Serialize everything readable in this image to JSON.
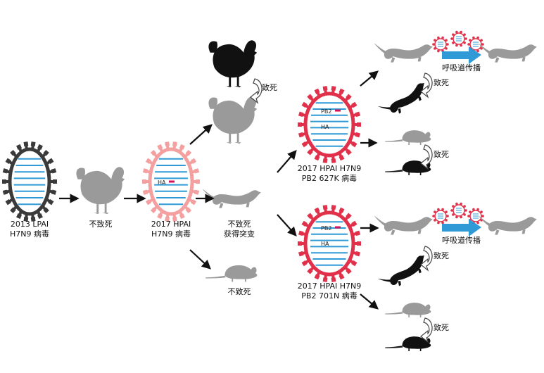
{
  "viruses": {
    "lpai_2013": {
      "line1": "2013 LPAI",
      "line2": "H7N9 病毒"
    },
    "hpai_2017": {
      "line1": "2017 HPAI",
      "line2": "H7N9 病毒",
      "ha_label": "HA"
    },
    "pb2_627k": {
      "line1": "2017 HPAI H7N9",
      "line2": "PB2 627K 病毒",
      "pb2_label": "PB2",
      "ha_label": "HA"
    },
    "pb2_701n": {
      "line1": "2017 HPAI H7N9",
      "line2": "PB2 701N 病毒",
      "pb2_label": "PB2",
      "ha_label": "HA"
    }
  },
  "outcomes": {
    "chicken_nonlethal": "不致死",
    "ferret_nonlethal_line1": "不致死",
    "ferret_nonlethal_line2": "获得突变",
    "mouse_nonlethal": "不致死",
    "lethal": "致死",
    "respiratory_transmission": "呼吸道传播"
  },
  "colors": {
    "lpai_capsid": "#3a3a3a",
    "hpai_capsid": "#f4a0a0",
    "mutant_capsid": "#e0304a",
    "rna": "#2f9ad6",
    "animal_alive": "#9a9a9a",
    "animal_dead": "#111111",
    "transmission_arrow": "#2f9ad6"
  }
}
